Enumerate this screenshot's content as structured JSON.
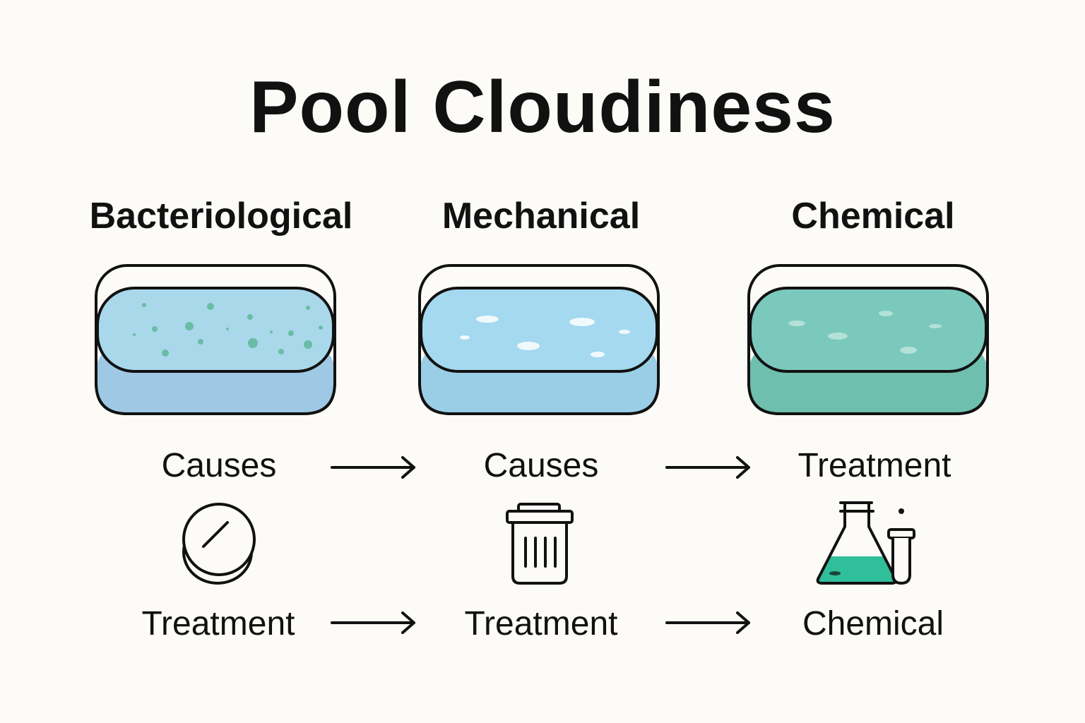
{
  "title": "Pool Cloudiness",
  "columns": [
    {
      "heading": "Bacteriological",
      "top_label": "Causes",
      "bottom_label": "Treatment",
      "icon": "tablet-icon",
      "water_color": "#a9d8ea",
      "base_color": "#9fc8e4"
    },
    {
      "heading": "Mechanical",
      "top_label": "Causes",
      "bottom_label": "Treatment",
      "icon": "trash-bin-icon",
      "water_color": "#a4d9ef",
      "base_color": "#9acde6"
    },
    {
      "heading": "Chemical",
      "top_label": "Treatment",
      "bottom_label": "Chemical",
      "icon": "flask-icon",
      "water_color": "#7ac9bc",
      "base_color": "#6fbfae"
    }
  ],
  "colors": {
    "background": "#fcfbf7",
    "outline": "#111111",
    "algae_spots": "#5fb89a",
    "flask_liquid": "#2fbf9a"
  }
}
